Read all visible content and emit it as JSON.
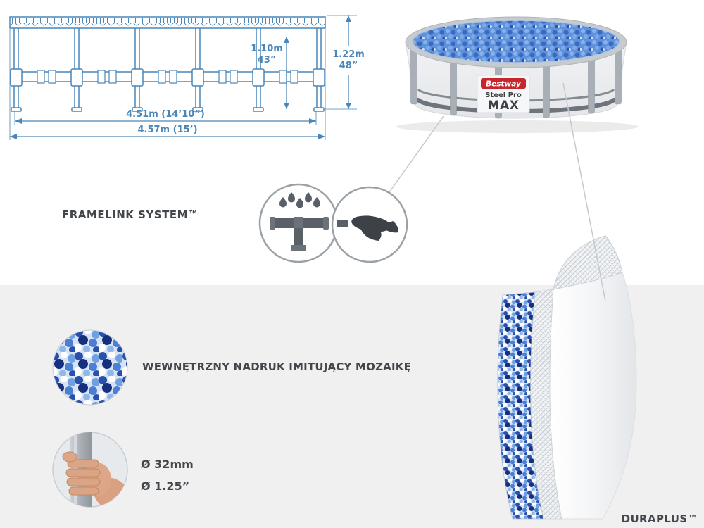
{
  "palette": {
    "diagram_blue": "#4a86b8",
    "panel_gray": "#f0f0f1",
    "text_dark": "#42474c",
    "brand_red": "#c9252c",
    "mosaic_dark_blue": "#16307f",
    "mosaic_blue": "#4a7fd4"
  },
  "frame_diagram": {
    "water_height_metric": "1.10m",
    "water_height_imperial": "43”",
    "frame_height_metric": "1.22m",
    "frame_height_imperial": "48”",
    "inner_diameter": "4.51m (14’10”)",
    "outer_diameter": "4.57m (15’)"
  },
  "pool_render": {
    "brand": "Bestway",
    "series": "Steel Pro",
    "model": "MAX"
  },
  "framelink": {
    "label": "FRAMELINK SYSTEM™"
  },
  "features": {
    "mosaic_caption": "WEWNĘTRZNY NADRUK IMITUJĄCY MOZAIKĘ",
    "pipe_diameter_metric": "Ø 32mm",
    "pipe_diameter_imperial": "Ø 1.25”"
  },
  "duraplus": {
    "label": "DURAPLUS™"
  }
}
